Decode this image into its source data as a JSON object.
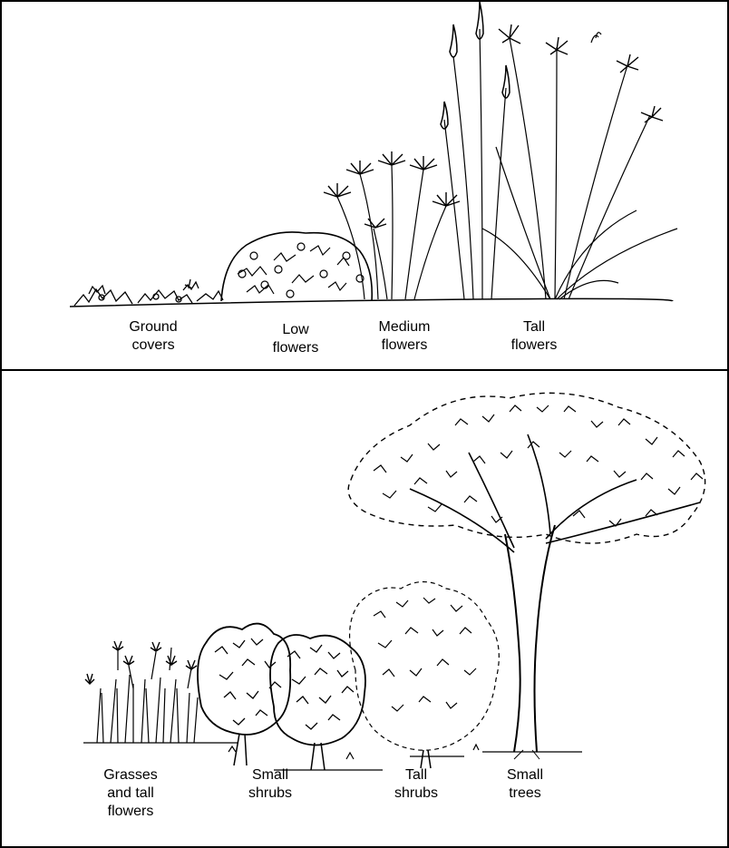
{
  "top_panel": {
    "labels": {
      "ground_covers": "Ground\ncovers",
      "low_flowers": "Low\nflowers",
      "medium_flowers": "Medium\nflowers",
      "tall_flowers": "Tall\nflowers"
    }
  },
  "bottom_panel": {
    "labels": {
      "grasses_tall_flowers": "Grasses\nand tall\nflowers",
      "small_shrubs": "Small\nshrubs",
      "tall_shrubs": "Tall\nshrubs",
      "small_trees": "Small\ntrees"
    }
  },
  "colors": {
    "ink": "#000000",
    "background": "#ffffff"
  }
}
